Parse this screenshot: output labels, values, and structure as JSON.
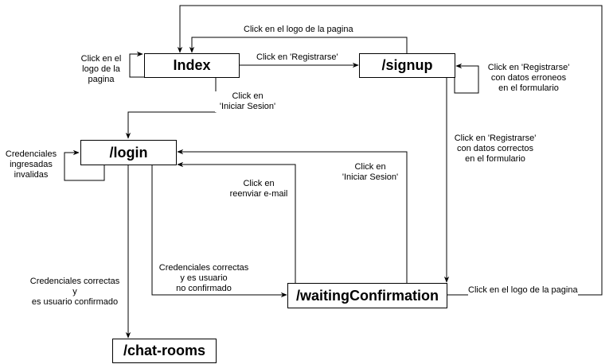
{
  "nodes": {
    "index": "Index",
    "signup": "/signup",
    "login": "/login",
    "waiting": "/waitingConfirmation",
    "chatrooms": "/chat-rooms"
  },
  "edges": {
    "index_self": "Click en el\nlogo de la\npagina",
    "index_to_signup": "Click en 'Registrarse'",
    "signup_to_index": "Click en el logo de la pagina",
    "signup_self": "Click en 'Registrarse'\ncon datos erroneos\nen el formulario",
    "index_to_login": "Click en\n'Iniciar Sesion'",
    "signup_to_waiting": "Click en 'Registrarse'\ncon datos correctos\nen el formulario",
    "login_self": "Credenciales\ningresadas\ninvalidas",
    "waiting_resend": "Click en\nreenviar e-mail",
    "waiting_to_login": "Click en\n'Iniciar Sesion'",
    "login_to_waiting": "Credenciales correctas\ny es usuario\nno confirmado",
    "login_to_chat": "Credenciales correctas\ny\nes usuario confirmado",
    "waiting_to_index": "Click en el logo de la pagina"
  }
}
